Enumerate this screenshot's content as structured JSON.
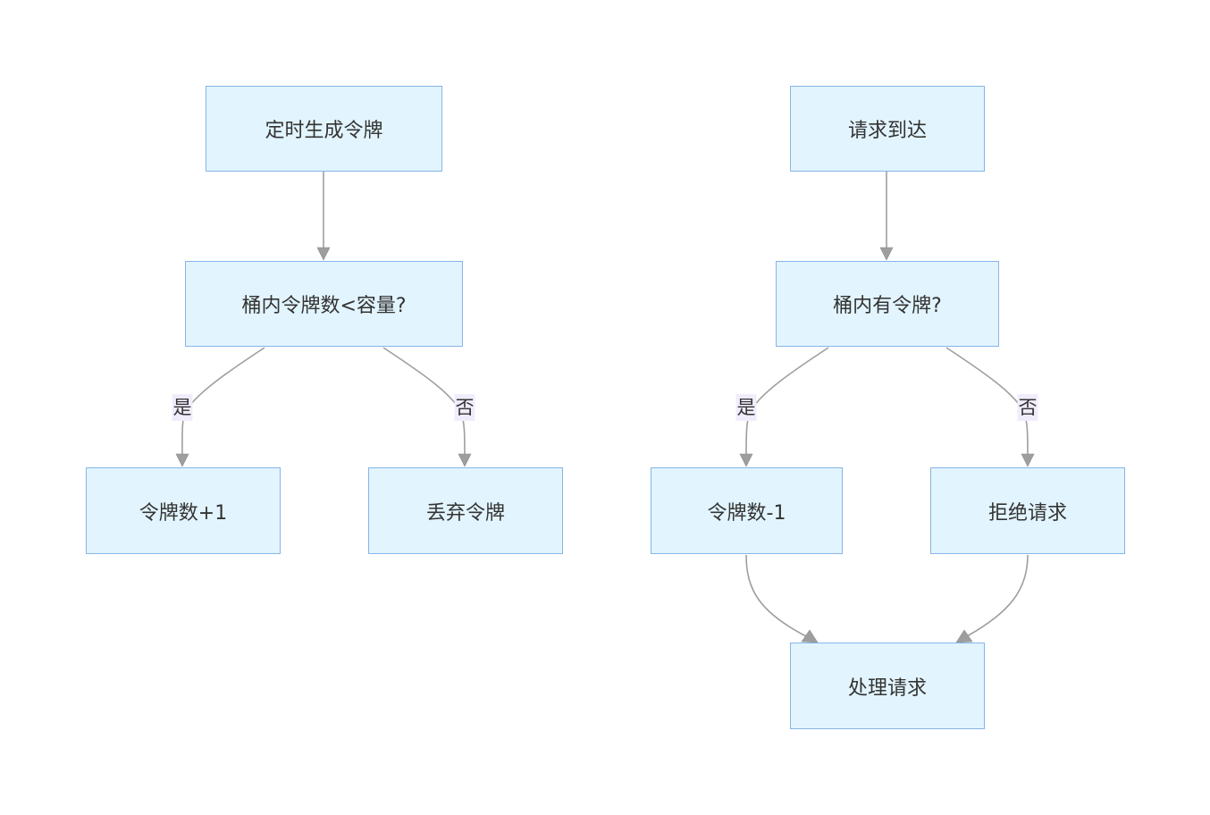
{
  "colors": {
    "node_fill": "#e2f4fd",
    "node_border": "#86b5ea",
    "edge": "#9e9e9e",
    "edge_label_bg": "#f1ecfb",
    "text": "#333333"
  },
  "generator": {
    "start": "定时生成令牌",
    "check": "桶内令牌数<容量?",
    "yes_action": "令牌数+1",
    "no_action": "丢弃令牌",
    "yes_label": "是",
    "no_label": "否"
  },
  "consumer": {
    "start": "请求到达",
    "check": "桶内有令牌?",
    "yes_action": "令牌数-1",
    "no_action": "拒绝请求",
    "end": "处理请求",
    "yes_label": "是",
    "no_label": "否"
  }
}
